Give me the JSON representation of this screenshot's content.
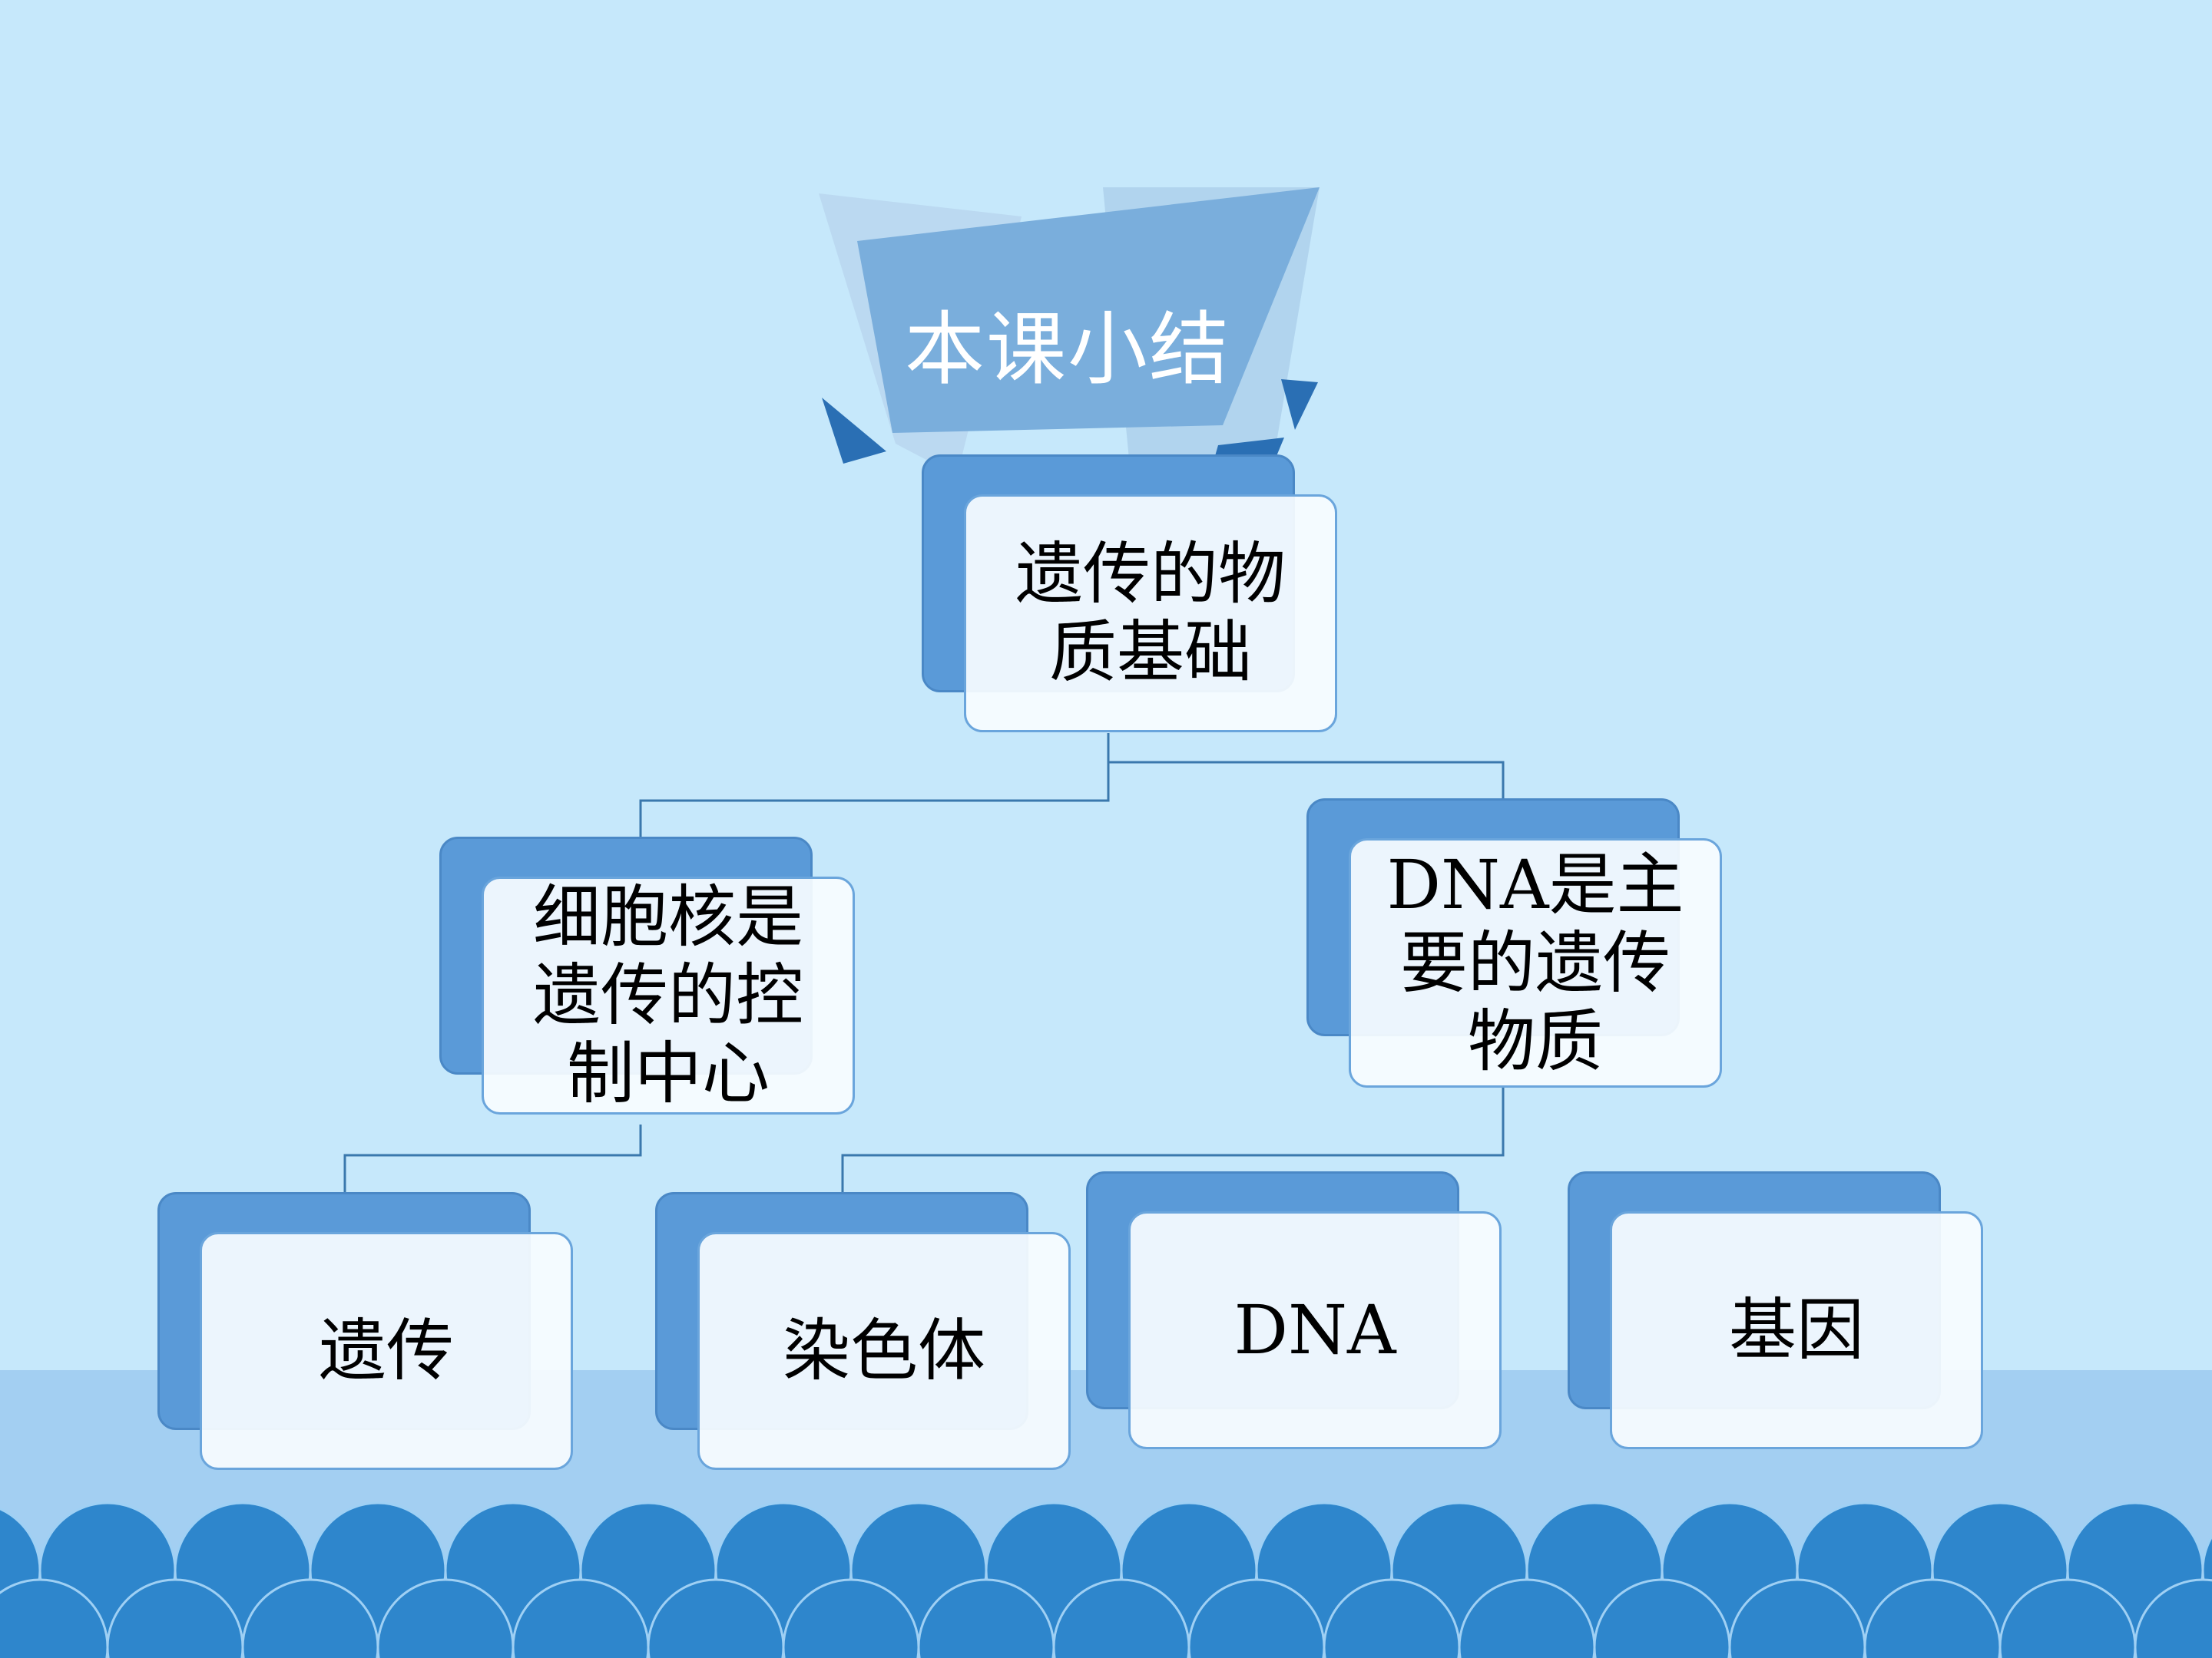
{
  "title": "本课小结",
  "nodes": {
    "root": "遗传的物质基础",
    "left": "细胞核是遗传的控制中心",
    "right": "DNA是主要的遗传物质",
    "leaf1": "遗传",
    "leaf2": "染色体",
    "leaf3": "DNA",
    "leaf4": "基因"
  },
  "colors": {
    "background": "#c6e8fb",
    "lower_band": "#a3cff2",
    "scallop": "#2e86cc",
    "box_back": "#5a9ad8",
    "box_front": "#f5f9ff",
    "connector": "#3a78ad",
    "title_banner": "#7aaedc"
  }
}
